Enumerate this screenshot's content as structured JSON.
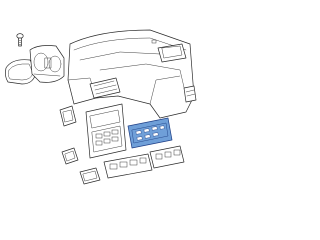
{
  "diagram": {
    "highlight_color": "#6f9fd8",
    "highlight_stroke": "#1f3f86",
    "line_color": "#2b2b2b",
    "background": "#ffffff",
    "parts": [
      "screw",
      "instrument-cluster-lens",
      "instrument-cluster",
      "dashboard-panel",
      "upper-bezel",
      "radio-unit",
      "center-stack-bezel",
      "heater-control-unit",
      "lower-switch-panel",
      "side-switch-panel",
      "small-switch"
    ],
    "highlighted_part": "heater-control-unit"
  }
}
